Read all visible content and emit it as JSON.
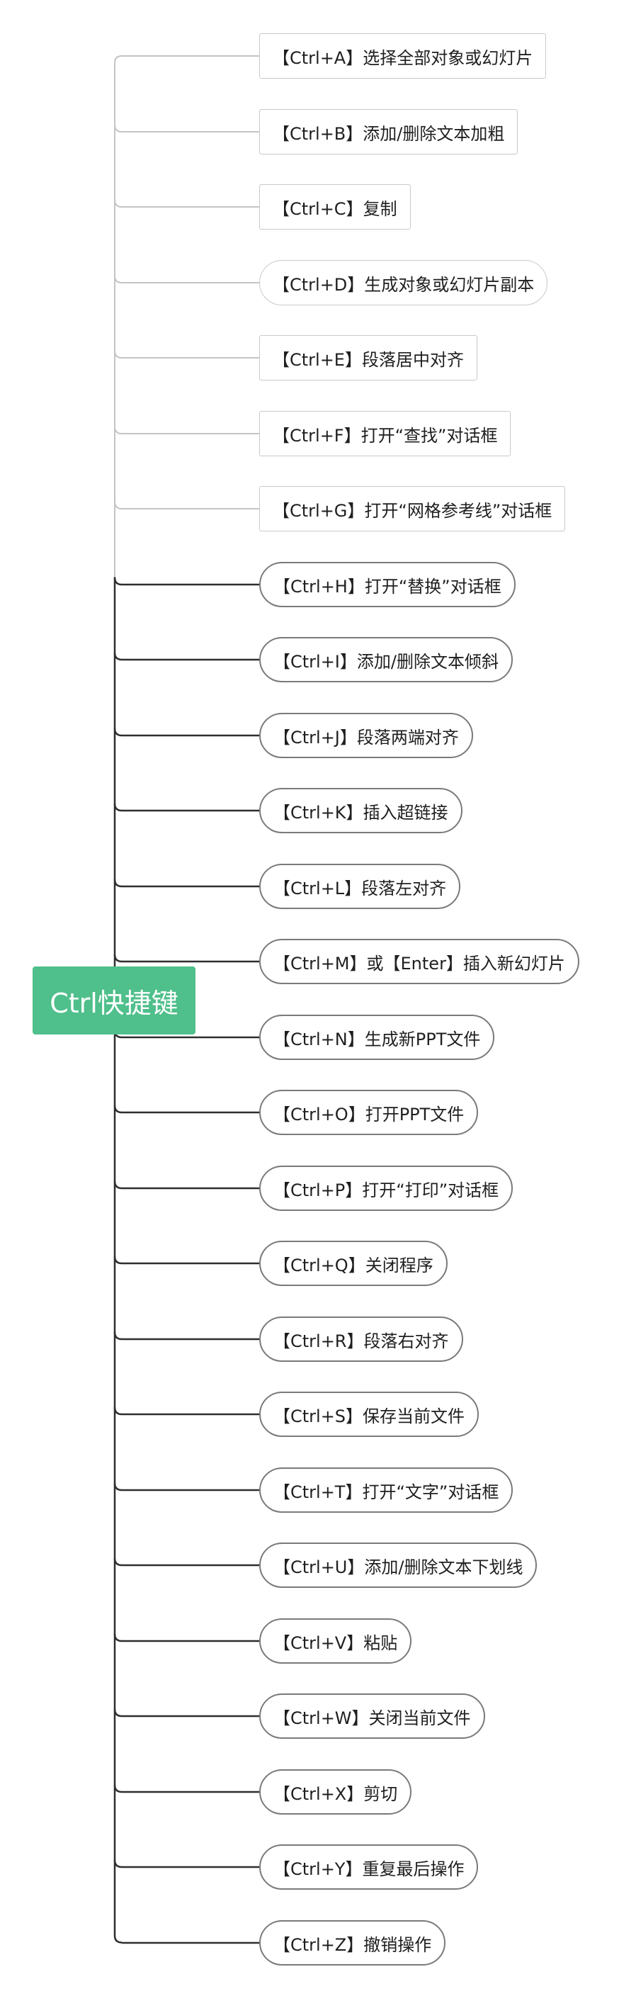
{
  "mindmap": {
    "root": {
      "label": "Ctrl快捷键"
    },
    "children": [
      {
        "label": "【Ctrl+A】选择全部对象或幻灯片",
        "shape": "rect"
      },
      {
        "label": "【Ctrl+B】添加/删除文本加粗",
        "shape": "rect"
      },
      {
        "label": "【Ctrl+C】复制",
        "shape": "rect"
      },
      {
        "label": "【Ctrl+D】生成对象或幻灯片副本",
        "shape": "rounded-light"
      },
      {
        "label": "【Ctrl+E】段落居中对齐",
        "shape": "rect"
      },
      {
        "label": "【Ctrl+F】打开“查找”对话框",
        "shape": "rect"
      },
      {
        "label": "【Ctrl+G】打开“网格参考线”对话框",
        "shape": "rect"
      },
      {
        "label": "【Ctrl+H】打开“替换”对话框",
        "shape": "rounded"
      },
      {
        "label": "【Ctrl+I】添加/删除文本倾斜",
        "shape": "rounded"
      },
      {
        "label": "【Ctrl+J】段落两端对齐",
        "shape": "rounded"
      },
      {
        "label": "【Ctrl+K】插入超链接",
        "shape": "rounded"
      },
      {
        "label": "【Ctrl+L】段落左对齐",
        "shape": "rounded"
      },
      {
        "label": "【Ctrl+M】或【Enter】插入新幻灯片",
        "shape": "rounded"
      },
      {
        "label": "【Ctrl+N】生成新PPT文件",
        "shape": "rounded"
      },
      {
        "label": "【Ctrl+O】打开PPT文件",
        "shape": "rounded"
      },
      {
        "label": "【Ctrl+P】打开“打印”对话框",
        "shape": "rounded"
      },
      {
        "label": "【Ctrl+Q】关闭程序",
        "shape": "rounded"
      },
      {
        "label": "【Ctrl+R】段落右对齐",
        "shape": "rounded"
      },
      {
        "label": "【Ctrl+S】保存当前文件",
        "shape": "rounded"
      },
      {
        "label": "【Ctrl+T】打开“文字”对话框",
        "shape": "rounded"
      },
      {
        "label": "【Ctrl+U】添加/删除文本下划线",
        "shape": "rounded"
      },
      {
        "label": "【Ctrl+V】粘贴",
        "shape": "rounded"
      },
      {
        "label": "【Ctrl+W】关闭当前文件",
        "shape": "rounded"
      },
      {
        "label": "【Ctrl+X】剪切",
        "shape": "rounded"
      },
      {
        "label": "【Ctrl+Y】重复最后操作",
        "shape": "rounded"
      },
      {
        "label": "【Ctrl+Z】撤销操作",
        "shape": "rounded"
      }
    ]
  },
  "colors": {
    "root_fill": "#4fbf8b",
    "root_text": "#ffffff",
    "light_connector": "#c4c4c4",
    "dark_connector": "#2e2e2e",
    "node_text": "#1f1f1f"
  }
}
